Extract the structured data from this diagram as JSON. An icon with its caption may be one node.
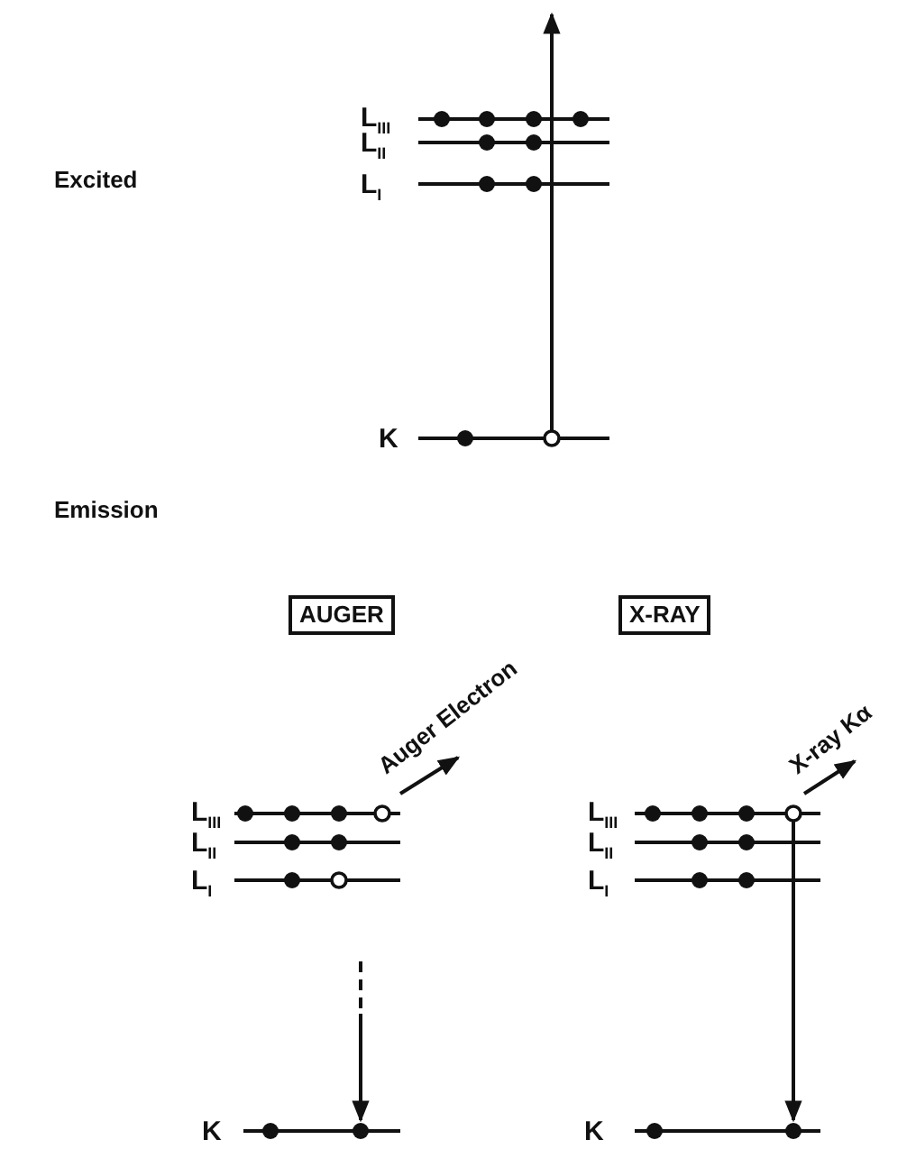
{
  "diagram": {
    "nodes": [
      {
        "text": [
          "AUGER"
        ]
      },
      {
        "text": [
          "X-RAY"
        ]
      }
    ],
    "labels": [
      "Excited",
      "L$_{III}$",
      "L$_{II}$",
      "L$_{I}$",
      "K",
      "Emission",
      "Auger Electron",
      "X-ray Kα",
      "L$_{III}$",
      "L$_{II}$",
      "L$_{I}$",
      "L$_{III}$",
      "L$_{II}$",
      "L$_{I}$",
      "K",
      "K"
    ]
  }
}
